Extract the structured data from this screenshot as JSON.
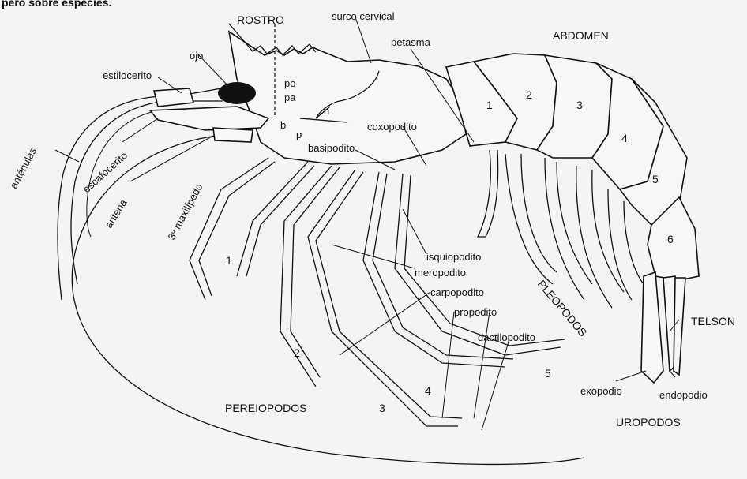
{
  "header_fragment": "pero sobre especies.",
  "labels": {
    "rostro": "ROSTRO",
    "surco_cervical": "surco cervical",
    "abdomen": "ABDOMEN",
    "petasma": "petasma",
    "ojo": "ojo",
    "estilocerito": "estilocerito",
    "po": "po",
    "pa": "pa",
    "h": "h",
    "b": "b",
    "p": "p",
    "coxopodito": "coxopodito",
    "basipodito": "basipodito",
    "antenulas": "anténulas",
    "escafocerito": "escafocerito",
    "antena": "antena",
    "maxilipedo": "3º maxilípedo",
    "isquiopodito": "isquiopodito",
    "meropodito": "meropodito",
    "carpopodito": "carpopodito",
    "propodito": "propodito",
    "dactilopodito": "dactilopodito",
    "pleopodos": "PLEOPODOS",
    "telson": "TELSON",
    "pereiopodos": "PEREIOPODOS",
    "exopodio": "exopodio",
    "endopodio": "endopodio",
    "uropodos": "UROPODOS"
  },
  "segments": [
    "1",
    "2",
    "3",
    "4",
    "5",
    "6"
  ],
  "legs": [
    "1",
    "2",
    "3",
    "4",
    "5"
  ]
}
